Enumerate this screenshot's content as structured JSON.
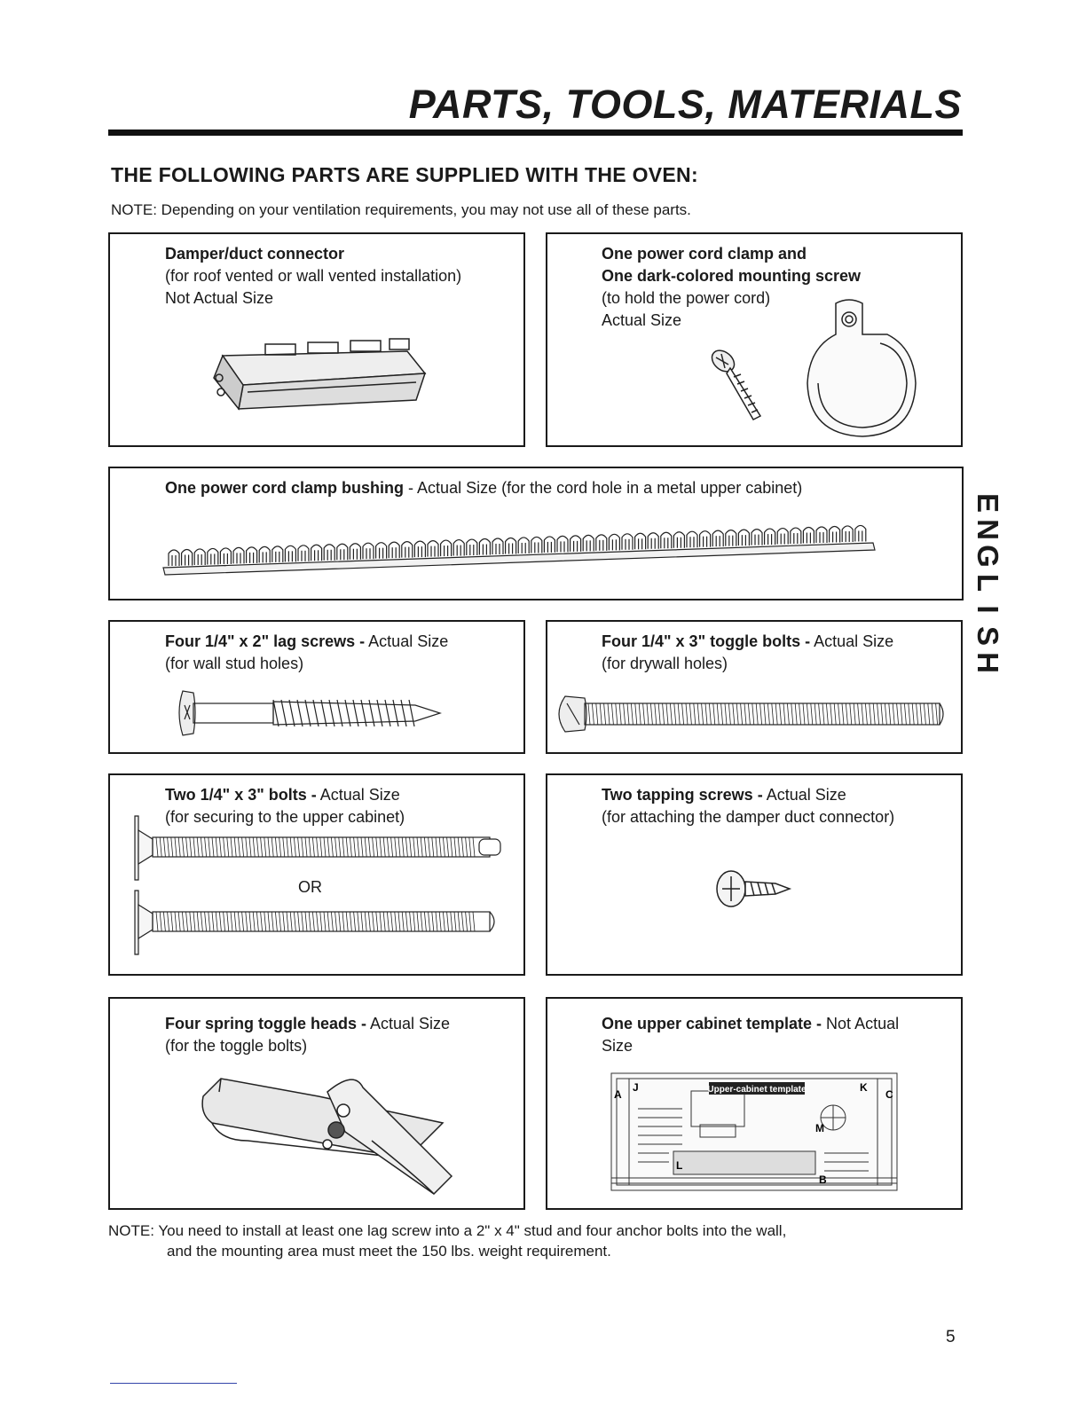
{
  "page": {
    "title": "PARTS, TOOLS, MATERIALS",
    "section_heading": "THE FOLLOWING PARTS ARE SUPPLIED WITH THE OVEN:",
    "note_top": "NOTE: Depending on your ventilation requirements, you may not use all of these parts.",
    "side_tab": [
      "E",
      "N",
      "G",
      "L",
      "I",
      "S",
      "H"
    ],
    "bottom_note_line1": "NOTE: You need to install at least one lag screw into a 2\" x 4\" stud and four anchor bolts into the wall,",
    "bottom_note_line2": "and the mounting area must meet the 150 lbs. weight requirement.",
    "page_number": "5"
  },
  "parts": {
    "damper": {
      "name": "Damper/duct connector",
      "detail": "(for roof vented or wall vented installation)",
      "size": "Not Actual Size"
    },
    "cord_clamp": {
      "name_line1": "One power cord clamp and",
      "name_line2": "One dark-colored mounting screw",
      "detail": "(to hold the power cord)",
      "size": "Actual Size"
    },
    "bushing": {
      "name": "One power cord clamp bushing",
      "rest": " - Actual Size (for the cord hole in a metal upper cabinet)"
    },
    "lag_screws": {
      "name": "Four 1/4\" x 2\" lag screws -",
      "size": " Actual Size",
      "detail": "(for wall stud holes)"
    },
    "toggle_bolts": {
      "name": "Four 1/4\" x 3\" toggle bolts -",
      "size": " Actual Size",
      "detail": "(for drywall holes)"
    },
    "bolts": {
      "name": "Two 1/4\" x 3\" bolts -",
      "size": " Actual Size",
      "detail": "(for securing to the upper cabinet)",
      "or": "OR"
    },
    "tapping_screws": {
      "name": "Two tapping screws -",
      "size": " Actual Size",
      "detail": "(for attaching the damper duct connector)"
    },
    "spring_toggle": {
      "name": "Four spring toggle heads -",
      "size": " Actual Size",
      "detail": "(for the toggle bolts)"
    },
    "template": {
      "name": "One upper cabinet template -",
      "size_line1": " Not Actual",
      "size_line2": "Size",
      "banner": "Upper-cabinet template",
      "letters": [
        "A",
        "J",
        "K",
        "C",
        "M",
        "L",
        "B"
      ]
    }
  }
}
